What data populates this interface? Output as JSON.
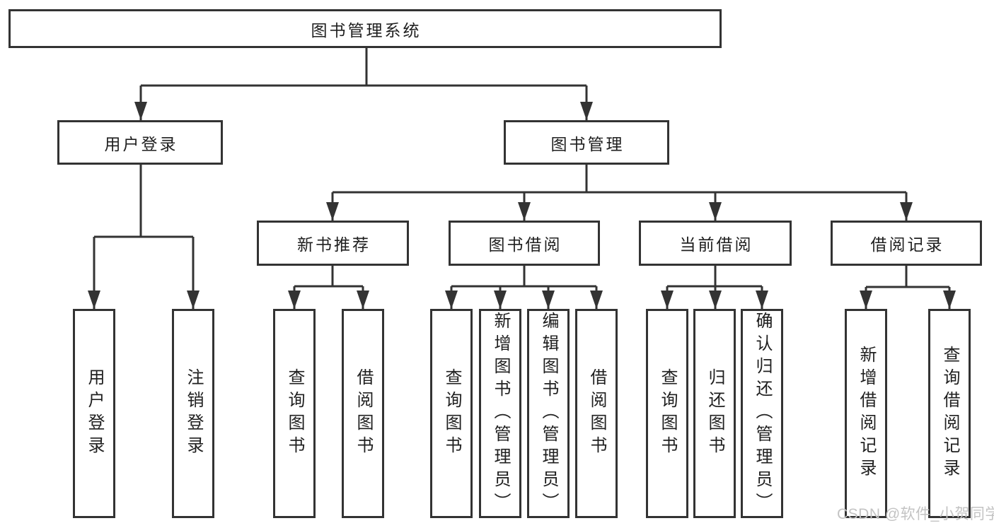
{
  "diagram": {
    "title": "图书管理系统",
    "level1": [
      {
        "label": "用户登录",
        "children": [
          "用户登录",
          "注销登录"
        ]
      },
      {
        "label": "图书管理"
      }
    ],
    "level2": [
      {
        "label": "新书推荐",
        "children": [
          "查询图书",
          "借阅图书"
        ]
      },
      {
        "label": "图书借阅",
        "children": [
          "查询图书",
          "新增图书（管理员）",
          "编辑图书（管理员）",
          "借阅图书"
        ]
      },
      {
        "label": "当前借阅",
        "children": [
          "查询图书",
          "归还图书",
          "确认归还（管理员）"
        ]
      },
      {
        "label": "借阅记录",
        "children": [
          "新增借阅记录",
          "查询借阅记录"
        ]
      }
    ],
    "watermark": "CSDN @软件_小贺同学",
    "colors": {
      "line": "#333333",
      "text": "#1f1f1f",
      "background": "#ffffff",
      "watermark": "#c3c3c3"
    }
  }
}
